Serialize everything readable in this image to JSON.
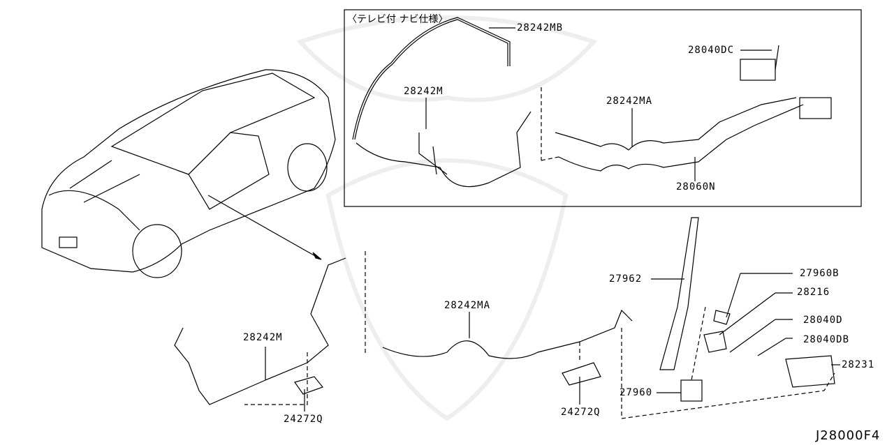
{
  "diagram": {
    "inset_note": "〈テレビ付 ナビ仕様〉",
    "inset_labels": [
      "28242MB",
      "28040DC",
      "28242M",
      "28242MA",
      "28060N"
    ],
    "main_labels": [
      "28242M",
      "24272Q",
      "28242MA",
      "24272Q",
      "27962",
      "27960B",
      "28216",
      "28040D",
      "28040DB",
      "28231",
      "27960"
    ],
    "diagram_code": "J28000F4"
  }
}
